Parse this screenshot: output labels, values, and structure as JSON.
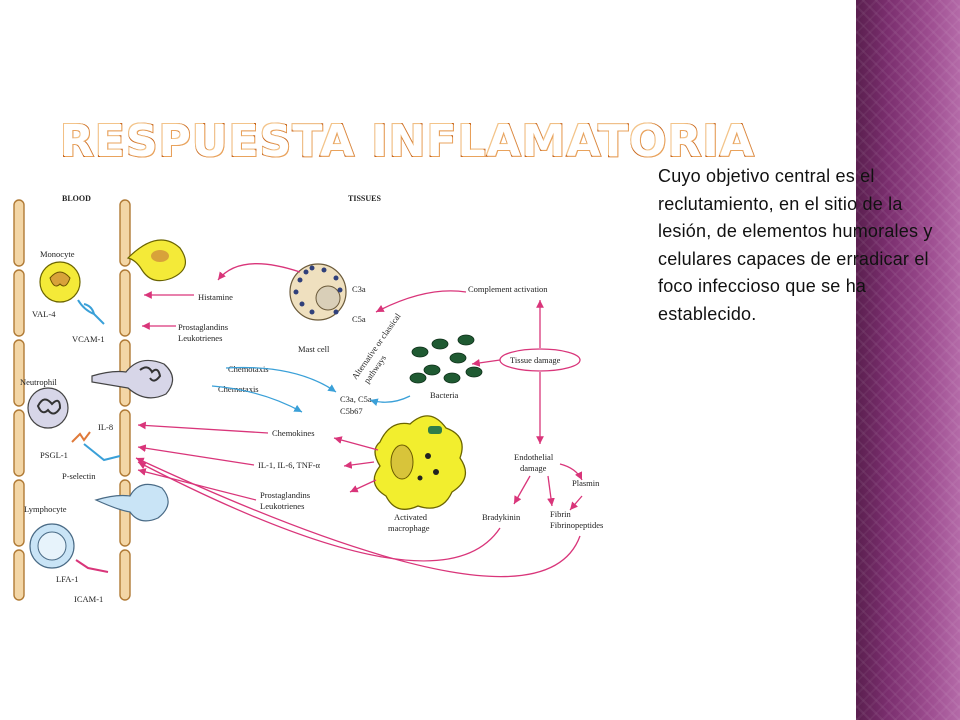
{
  "slide": {
    "title": "RESPUESTA INFLAMATORIA",
    "description": "Cuyo objetivo central es el reclutamiento, en el sitio de la lesión, de elementos humorales y celulares capaces de erradicar el foco infeccioso que se ha establecido.",
    "accent_color": "#c8671e",
    "side_band_color": "#7a2e6e"
  },
  "diagram": {
    "headers": {
      "blood": "BLOOD",
      "tissues": "TISSUES"
    },
    "cells": {
      "monocyte": "Monocyte",
      "neutrophil": "Neutrophil",
      "lymphocyte": "Lymphocyte",
      "mast_cell": "Mast cell",
      "activated_macrophage_1": "Activated",
      "activated_macrophage_2": "macrophage",
      "bacteria": "Bacteria"
    },
    "adhesion": {
      "val4": "VAL-4",
      "vcam1": "VCAM-1",
      "il8": "IL-8",
      "psgl1": "PSGL-1",
      "pselectin": "P-selectin",
      "lfa1": "LFA-1",
      "icam1": "ICAM-1"
    },
    "mediators": {
      "histamine": "Histamine",
      "prostaglandins": "Prostaglandins",
      "leukotrienes": "Leukotrienes",
      "chemotaxis_1": "Chemotaxis",
      "chemotaxis_2": "Chemotaxis",
      "chemokines": "Chemokines",
      "cytokines": "IL-1, IL-6, TNF-α",
      "prostaglandins_2": "Prostaglandins",
      "leukotrienes_2": "Leukotrienes",
      "c3a": "C3a",
      "c5a": "C5a",
      "c3a_c5a": "C3a, C5a",
      "c5b67": "C5b67"
    },
    "pathway": {
      "complement_activation": "Complement activation",
      "alt_pathway_1": "Alternative or classical",
      "alt_pathway_2": "pathways",
      "tissue_damage": "Tissue damage",
      "endothelial_1": "Endothelial",
      "endothelial_2": "damage",
      "plasmin": "Plasmin",
      "bradykinin": "Bradykinin",
      "fibrin": "Fibrin",
      "fibrinopeptides": "Fibrinopeptides"
    }
  }
}
